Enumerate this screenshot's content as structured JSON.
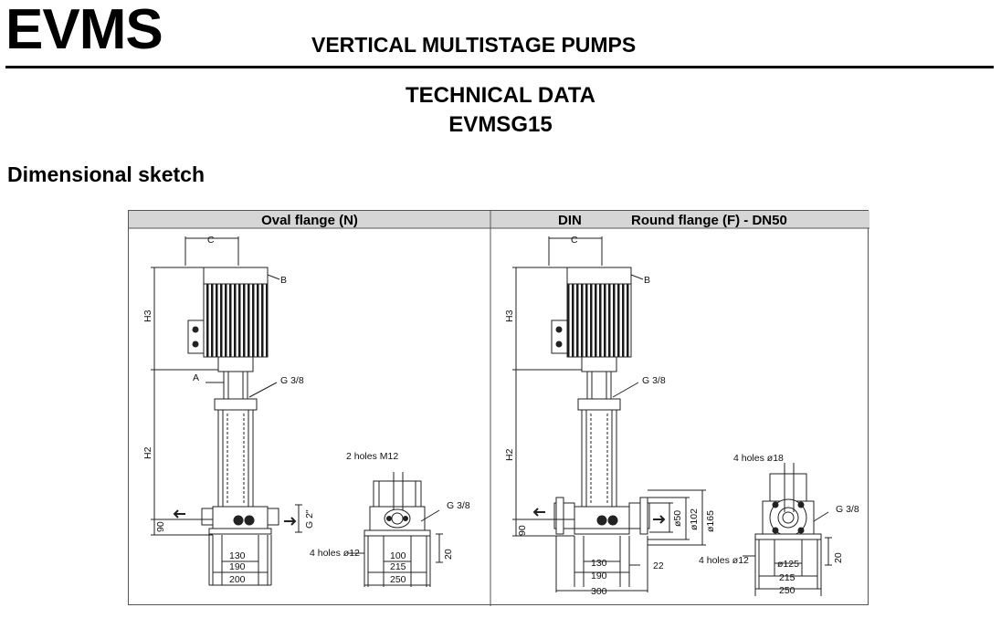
{
  "header": {
    "brand": "EVMS",
    "subtitle": "VERTICAL MULTISTAGE PUMPS",
    "tech_title": "TECHNICAL DATA",
    "model": "EVMSG15"
  },
  "section_title": "Dimensional sketch",
  "figure": {
    "left_panel_title": "Oval flange (N)",
    "right_panel_title_a": "DIN",
    "right_panel_title_b": "Round flange (F) - DN50",
    "labels": {
      "c": "C",
      "b": "B",
      "h3": "H3",
      "a": "A",
      "g38": "G 3/8",
      "h2": "H2",
      "g2": "G 2\"",
      "n90": "90",
      "n130": "130",
      "n190": "190",
      "n200": "200",
      "holes_m12": "2 holes M12",
      "holes_o12": "4 holes ø12",
      "n100": "100",
      "n215": "215",
      "n250": "250",
      "n20": "20",
      "n300": "300",
      "n22": "22",
      "o50": "ø50",
      "o102": "ø102",
      "o165": "ø165",
      "holes_o18": "4 holes ø18",
      "o125": "ø125"
    }
  }
}
